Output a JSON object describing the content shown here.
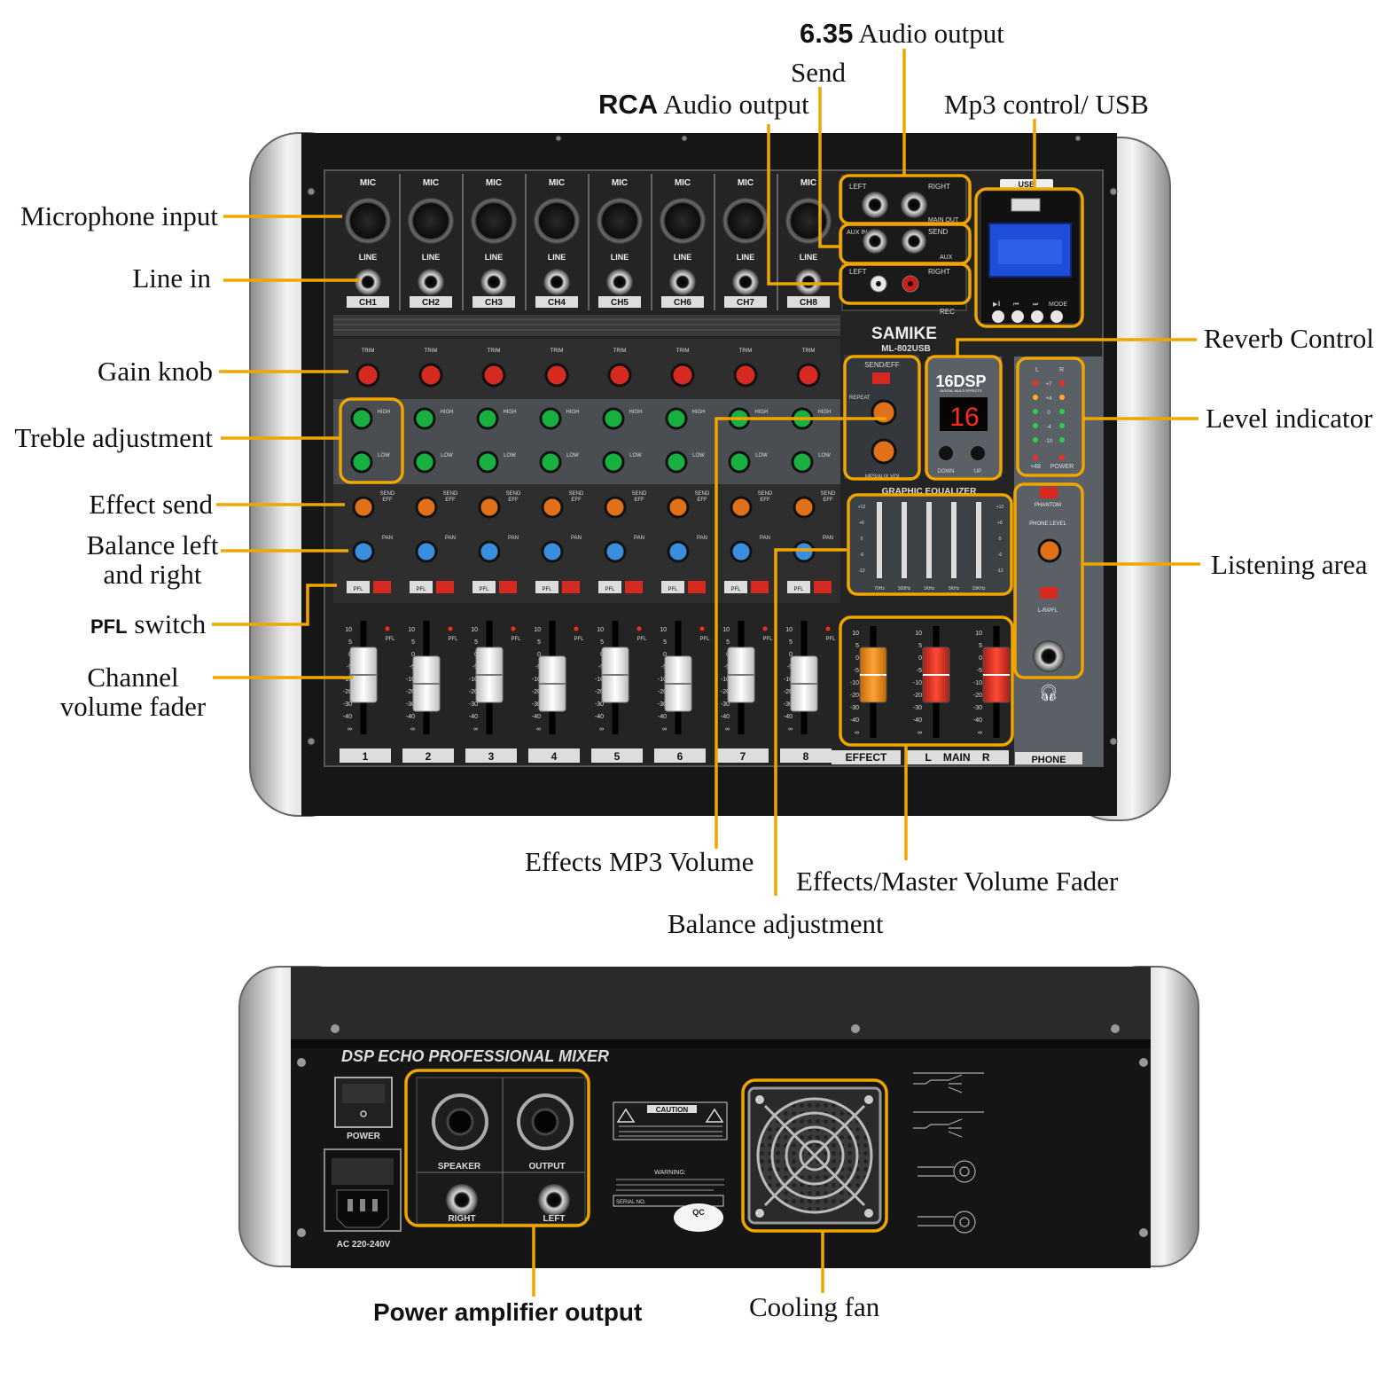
{
  "colors": {
    "accent": "#f0a500",
    "panel": "#1b1b1d",
    "chassis": "#c8c8c8",
    "fader_main": "#e23a2a",
    "fader_effect": "#f08c1a",
    "lcd": "#1f4fd8",
    "led": "#ff2a1a"
  },
  "callouts": {
    "out635_num": "6.35",
    "out635_text": " Audio output",
    "send": "Send",
    "rca_bold": "RCA",
    "rca_text": " Audio output",
    "mp3_usb": "Mp3 control/ USB",
    "microphone_input": "Microphone input",
    "line_in": "Line in",
    "gain_knob": "Gain knob",
    "treble": "Treble adjustment",
    "effect_send": "Effect send",
    "balance_lr_1": "Balance left",
    "balance_lr_2": "and right",
    "pfl_bold": "PFL",
    "pfl_text": " switch",
    "channel_fader_1": "Channel",
    "channel_fader_2": "volume fader",
    "reverb": "Reverb Control",
    "level": "Level indicator",
    "listening": "Listening area",
    "effects_mp3": "Effects MP3 Volume",
    "effects_master": "Effects/Master Volume Fader",
    "balance_adj": "Balance adjustment",
    "power_amp": "Power amplifier output",
    "cooling_fan": "Cooling fan"
  },
  "top_panel": {
    "brand": "SAMIKE",
    "model": "ML-802USB",
    "mic_label": "MIC",
    "line_label": "LINE",
    "channels": [
      "CH1",
      "CH2",
      "CH3",
      "CH4",
      "CH5",
      "CH6",
      "CH7",
      "CH8"
    ],
    "fader_numbers": [
      "1",
      "2",
      "3",
      "4",
      "5",
      "6",
      "7",
      "8"
    ],
    "trim_label": "TRIM",
    "high_label": "HIGH",
    "low_label": "LOW",
    "send_label": "SEND",
    "eff_label": "EFF",
    "pan_label": "PAN",
    "pfl_label": "PFL",
    "fader_scale": [
      "10",
      "5",
      "0",
      "-5",
      "-10",
      "-20",
      "-30",
      "-40",
      "∞"
    ],
    "main_out_left": "LEFT",
    "main_out_right": "RIGHT",
    "main_out_label": "MAIN OUT",
    "aux_in": "AUX IN",
    "aux_send": "SEND",
    "aux_label": "AUX",
    "rec_left": "LEFT",
    "rec_right": "RIGHT",
    "rec_label": "REC",
    "usb_label": "USB",
    "mp3_buttons": [
      "▶‖",
      "⏮",
      "⏭",
      "MODE"
    ],
    "send_eff": "SEND/EFF",
    "repeat": "REPEAT",
    "mp3_aux_vol": "MP3/AUX VOL",
    "dsp_title": "16DSP",
    "dsp_sub": "DIGITAL MULTI EFFECTS",
    "dsp_value": "16",
    "dsp_down": "DOWN",
    "dsp_up": "UP",
    "level_l": "L",
    "level_r": "R",
    "level_marks": [
      "+7",
      "+4",
      "0",
      "-4",
      "-10"
    ],
    "plus48": "+48",
    "power": "POWER",
    "geq_title": "GRAPHIC EQUALIZER",
    "geq_bands": [
      "70Hz",
      "300Hz",
      "1KHz",
      "5KHz",
      "15KHz"
    ],
    "geq_scale": [
      "+12",
      "+6",
      "0",
      "-6",
      "-12"
    ],
    "phantom": "PHANTOM",
    "phone_level": "PHONE LEVEL",
    "lr_pfl": "L-R/PFL",
    "effect_label": "EFFECT",
    "main_label": "L    MAIN    R",
    "phone_label": "PHONE"
  },
  "rear_panel": {
    "title": "DSP ECHO PROFESSIONAL MIXER",
    "power": "POWER",
    "speaker": "SPEAKER",
    "output": "OUTPUT",
    "right": "RIGHT",
    "left": "LEFT",
    "ac": "AC 220-240V",
    "caution": "CAUTION",
    "warning": "WARNING:",
    "serial": "SERIAL NO.",
    "qc": "QC"
  }
}
